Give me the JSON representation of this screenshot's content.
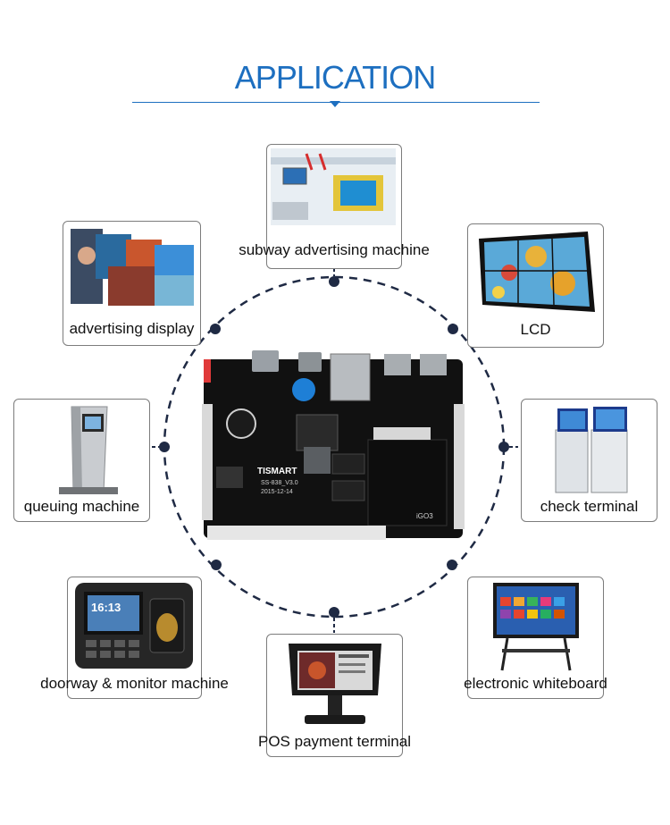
{
  "title": "APPLICATION",
  "colors": {
    "accent": "#1d6fc0",
    "ring": "#1f2a44",
    "card_border": "#7c7c7c"
  },
  "board": {
    "brand": "TISMART",
    "model": "SS-838_V3.0",
    "date": "2015-12-14",
    "chip_label": "iGO3"
  },
  "applications": [
    {
      "label": "subway advertising machine",
      "icon": "subway-screen-icon"
    },
    {
      "label": "advertising display",
      "icon": "display-wall-icon"
    },
    {
      "label": "LCD",
      "icon": "lcd-wall-icon"
    },
    {
      "label": "queuing machine",
      "icon": "kiosk-icon"
    },
    {
      "label": "check terminal",
      "icon": "check-terminal-icon"
    },
    {
      "label": "doorway & monitor machine",
      "icon": "fingerprint-terminal-icon"
    },
    {
      "label": "electronic whiteboard",
      "icon": "whiteboard-icon"
    },
    {
      "label": "POS payment terminal",
      "icon": "pos-terminal-icon"
    }
  ],
  "screens": {
    "fingerprint_clock": "16:13"
  }
}
